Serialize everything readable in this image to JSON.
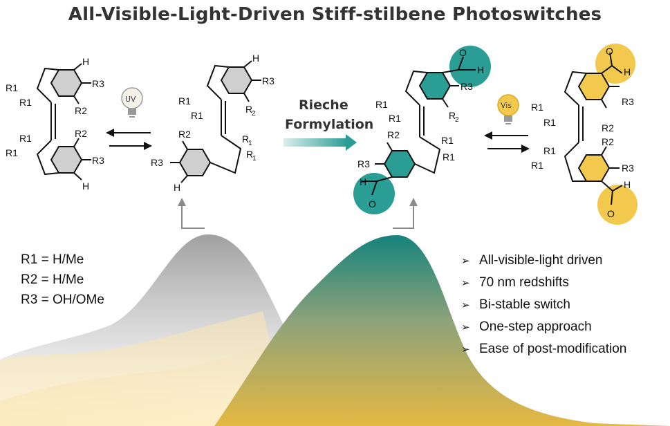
{
  "title": "All-Visible-Light-Driven Stiff-stilbene Photoswitches",
  "reaction": {
    "line1": "Rieche",
    "line2": "Formylation",
    "uv_label": "UV",
    "vis_label": "Vis"
  },
  "atoms": {
    "R1": "R1",
    "R2": "R2",
    "R3": "R3",
    "R": "R",
    "sub1": "1",
    "sub2": "2",
    "H": "H",
    "O": "O"
  },
  "substituents": [
    "R1 = H/Me",
    "R2 = H/Me",
    "R3 = OH/OMe"
  ],
  "features": [
    "All-visible-light driven",
    "70 nm redshifts",
    "Bi-stable switch",
    "One-step approach",
    "Ease of post-modification"
  ],
  "colors": {
    "title": "#333333",
    "teal": "#2a9d95",
    "teal_dark": "#1d7a74",
    "gold": "#f2c94c",
    "gold_soft": "#f5dc8a",
    "gray_peak": "#9a9a9a"
  }
}
